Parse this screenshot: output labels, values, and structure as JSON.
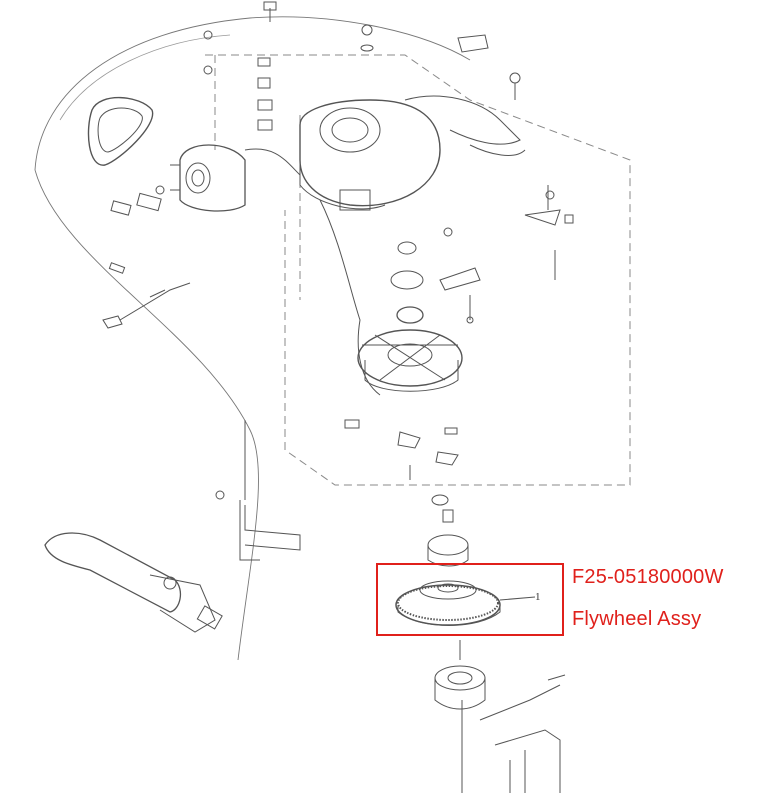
{
  "callout": {
    "item_number": "1",
    "part_number": "F25-05180000W",
    "part_name": "Flywheel Assy",
    "highlight_color": "#e0201b"
  },
  "line_color": "#555555",
  "dash_color": "#8a8a8a"
}
